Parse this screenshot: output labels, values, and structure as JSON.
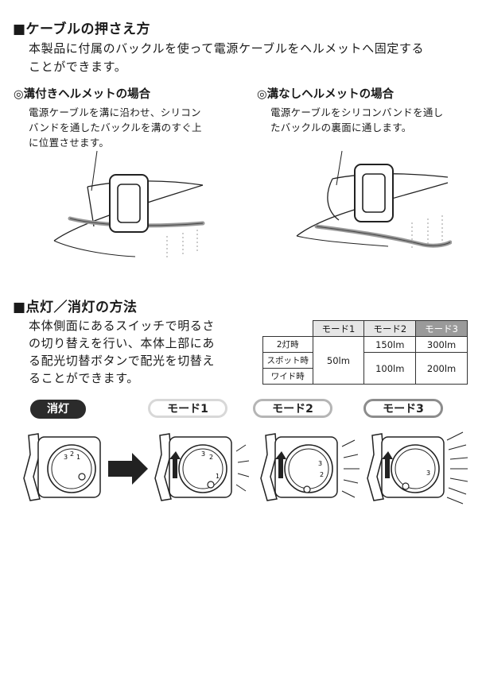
{
  "cable": {
    "heading": "■ケーブルの押さえ方",
    "intro_line1": "本製品に付属のバックルを使って電源ケーブルをヘルメットへ固定する",
    "intro_line2": "ことができます。",
    "grooved": {
      "heading": "◎溝付きヘルメットの場合",
      "lines": [
        "電源ケーブルを溝に沿わせ、シリコン",
        "バンドを通したバックルを溝のすぐ上",
        "に位置させます。"
      ]
    },
    "ungrooved": {
      "heading": "◎溝なしヘルメットの場合",
      "lines": [
        "電源ケーブルをシリコンバンドを通し",
        "たバックルの裏面に通します。"
      ]
    }
  },
  "lighting": {
    "heading": "■点灯／消灯の方法",
    "lines": [
      "本体側面にあるスイッチで明るさ",
      "の切り替えを行い、本体上部にあ",
      "る配光切替ボタンで配光を切替え",
      "ることができます。"
    ],
    "table": {
      "headers": [
        "モード1",
        "モード2",
        "モード3"
      ],
      "row_labels": [
        "2灯時",
        "スポット時",
        "ワイド時"
      ],
      "mode1_value": "50lm",
      "row1": [
        "150lm",
        "300lm"
      ],
      "row2": [
        "100lm",
        "200lm"
      ]
    }
  },
  "modes": {
    "labels": [
      "消灯",
      "モード1",
      "モード2",
      "モード3"
    ],
    "dial_numbers": [
      "1",
      "2",
      "3"
    ]
  }
}
